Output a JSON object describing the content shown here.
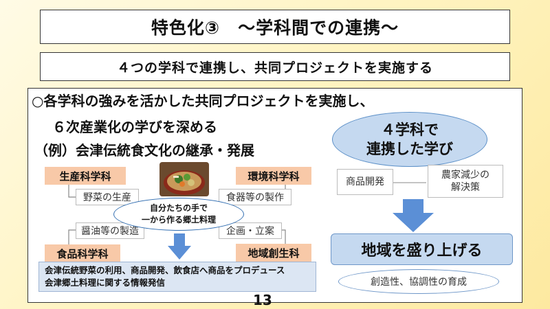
{
  "title": "特色化③　～学科間での連携～",
  "subtitle": "４つの学科で連携し、共同プロジェクトを実施する",
  "main": {
    "line1": "○各学科の強みを活かした共同プロジェクトを実施し、",
    "line2": "６次産業化の学びを深める",
    "line3": "（例）会津伝統食文化の継承・発展"
  },
  "departments": {
    "production": "生産科学科",
    "environment": "環境科学科",
    "food": "食品科学科",
    "regional": "地域創生科"
  },
  "tasks": {
    "vegetable": "野菜の生産",
    "tableware": "食器等の製作",
    "soy_sauce": "醤油等の製造",
    "planning": "企画・立案"
  },
  "center": {
    "line1": "自分たちの手で",
    "line2": "一から作る郷土料理"
  },
  "result": {
    "line1": "会津伝統野菜の利用、商品開発、飲食店へ商品をプロデュース",
    "line2": "会津郷土料理に関する情報発信"
  },
  "right": {
    "ellipse_line1": "４学科で",
    "ellipse_line2": "連携した学び",
    "box1": "商品開発",
    "box2_line1": "農家減少の",
    "box2_line2": "解決策",
    "area": "地域を盛り上げる",
    "qualities": "創造性、協調性の育成"
  },
  "page_number": "13",
  "colors": {
    "dept_fill": "#f8c9a8",
    "blue_fill": "#c5d9f0",
    "arrow": "#5b8fd6",
    "result_fill": "#dce6f3"
  },
  "icons": {
    "photo": "food-photo",
    "arrow": "down-arrow-icon"
  }
}
